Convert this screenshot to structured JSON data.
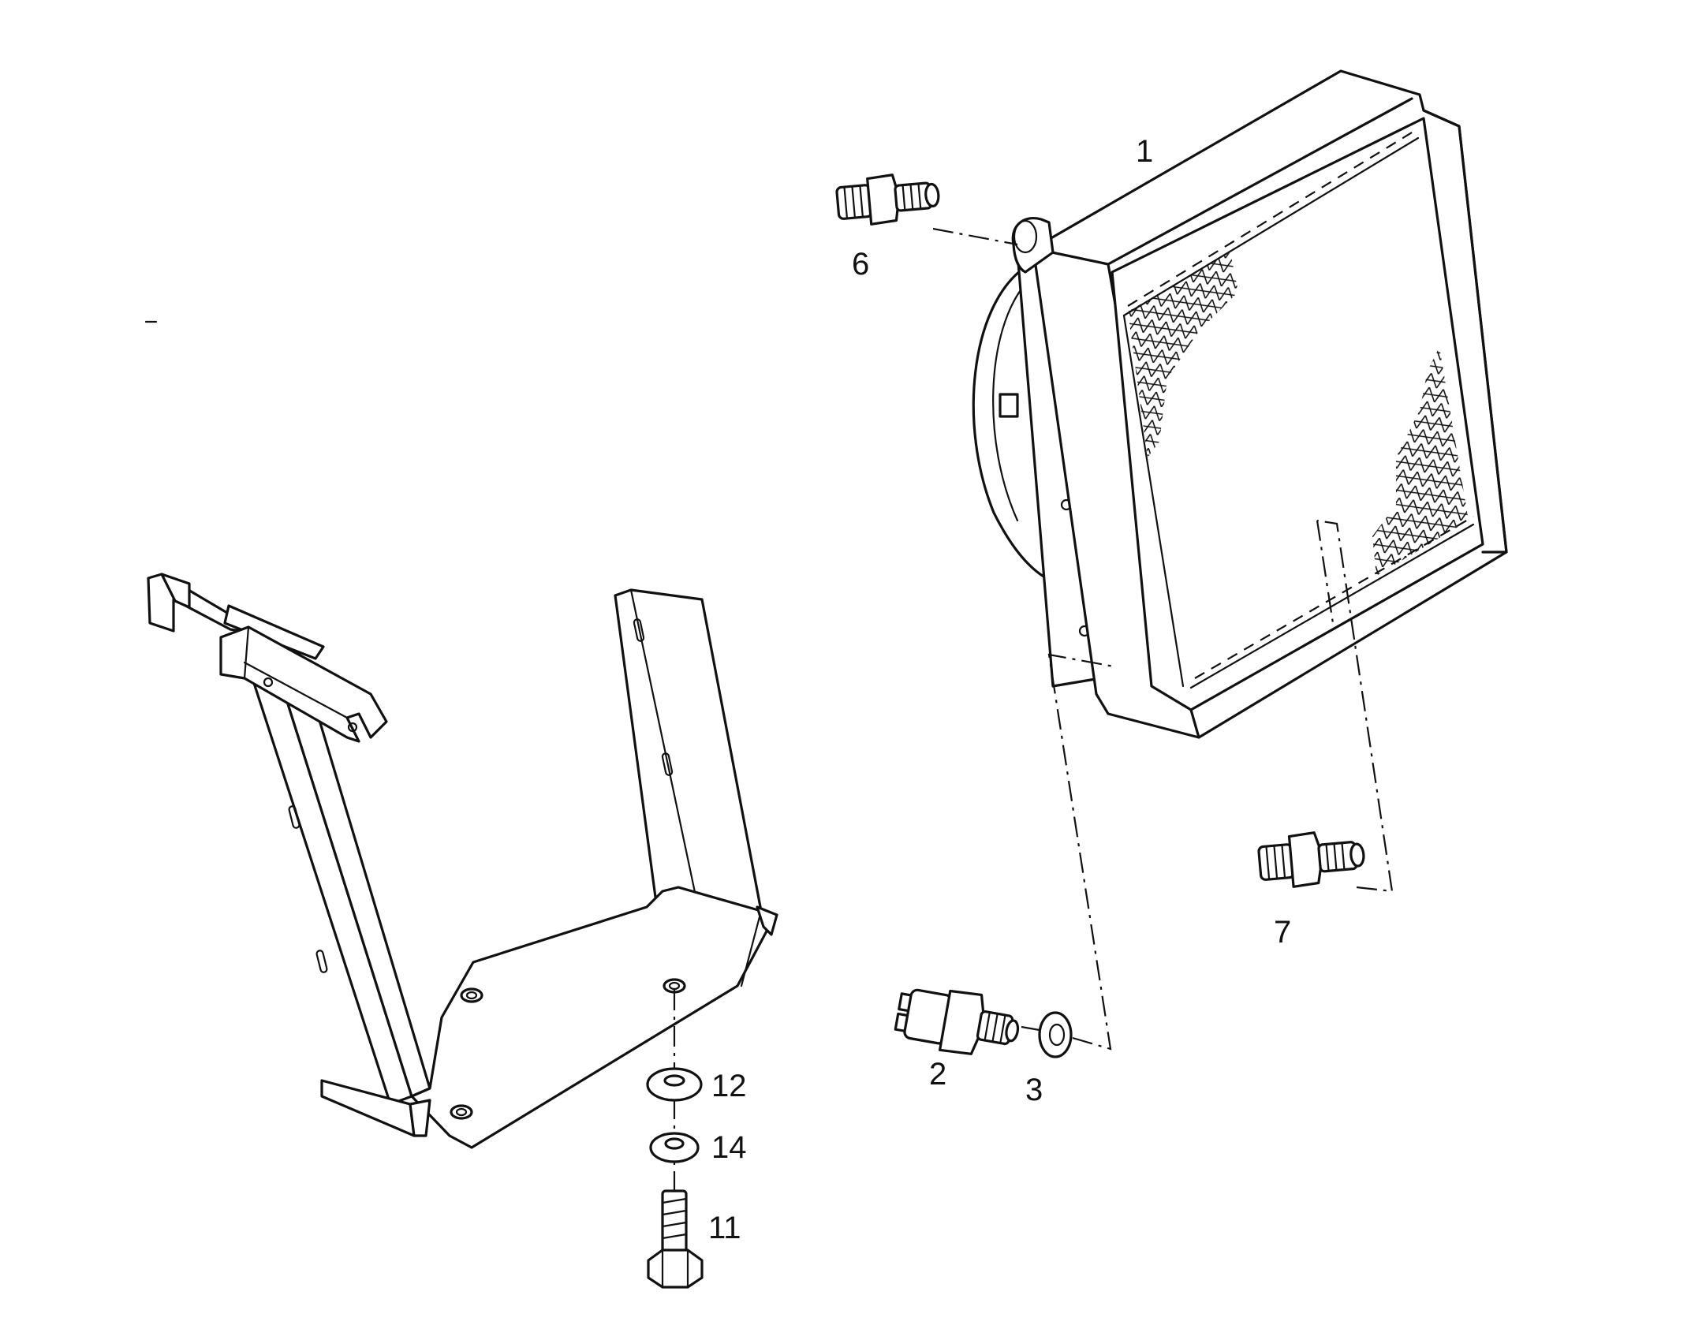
{
  "callouts": {
    "c1": "1",
    "c2": "2",
    "c3": "3",
    "c6": "6",
    "c7": "7",
    "c11": "11",
    "c12": "12",
    "c14": "14"
  },
  "colors": {
    "ink": "#111111",
    "paper": "#ffffff"
  }
}
